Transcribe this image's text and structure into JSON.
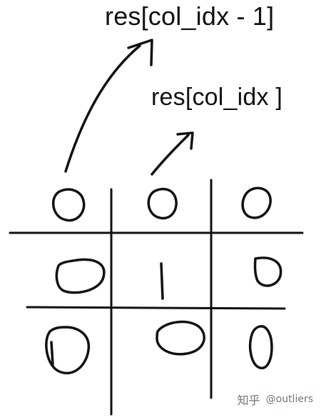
{
  "labels": {
    "top": "res[col_idx - 1]",
    "middle": "res[col_idx ]"
  },
  "grid": {
    "rows": [
      [
        "0",
        "0",
        "0"
      ],
      [
        "0",
        "1",
        "0"
      ],
      [
        "0",
        "0",
        "0"
      ]
    ]
  },
  "watermark": {
    "brand": "知乎",
    "user": "@outliers"
  },
  "colors": {
    "ink": "#111111",
    "watermark": "#6f7580"
  }
}
